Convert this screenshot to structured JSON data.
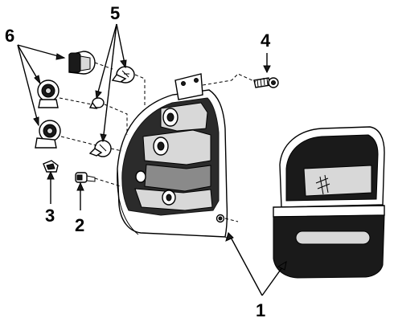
{
  "callouts": {
    "c1": "1",
    "c2": "2",
    "c3": "3",
    "c4": "4",
    "c5": "5",
    "c6": "6"
  },
  "colors": {
    "ink": "#000000",
    "background": "#ffffff",
    "shade_dark": "#1a1a1a",
    "shade_mid": "#8a8a8a",
    "shade_light": "#d8d8d8"
  }
}
